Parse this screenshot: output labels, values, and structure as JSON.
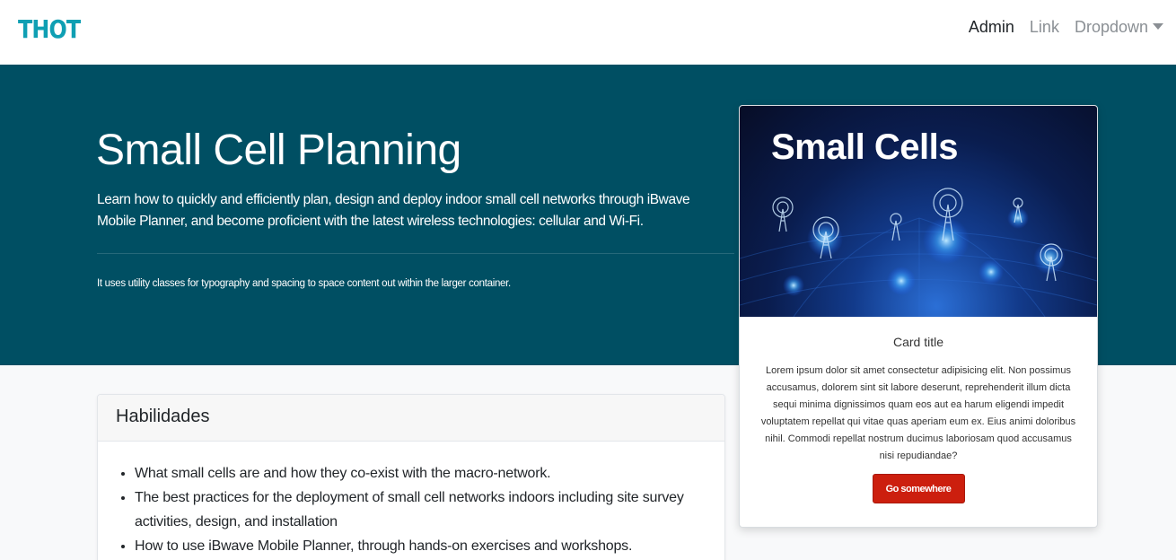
{
  "navbar": {
    "brand": "THOT",
    "links": [
      {
        "label": "Admin",
        "active": true
      },
      {
        "label": "Link",
        "active": false
      },
      {
        "label": "Dropdown",
        "active": false
      }
    ]
  },
  "hero": {
    "title": "Small Cell Planning",
    "lead": "Learn how to quickly and efficiently plan, design and deploy indoor small cell networks through iBwave Mobile Planner, and become proficient with the latest wireless technologies: cellular and Wi-Fi.",
    "note": "It uses utility classes for typography and spacing to space content out within the larger container."
  },
  "skills": {
    "header": "Habilidades",
    "items": [
      "What small cells are and how they co-exist with the macro-network.",
      "The best practices for the deployment of small cell networks indoors including site survey activities, design, and installation",
      "How to use iBwave Mobile Planner, through hands-on exercises and workshops."
    ]
  },
  "card": {
    "image_title": "Small Cells",
    "title": "Card title",
    "text": "Lorem ipsum dolor sit amet consectetur adipisicing elit. Non possimus accusamus, dolorem sint sit labore deserunt, reprehenderit illum dicta sequi minima dignissimos quam eos aut ea harum eligendi impedit voluptatem repellat qui vitae quas aperiam eum ex. Eius animi doloribus nihil. Commodi repellat nostrum ducimus laboriosam quod accusamus nisi repudiandae?",
    "button": "Go somewhere"
  },
  "colors": {
    "brand": "#0f9fb3",
    "hero_bg": "#004f63",
    "button_bg": "#cc1f0e"
  }
}
